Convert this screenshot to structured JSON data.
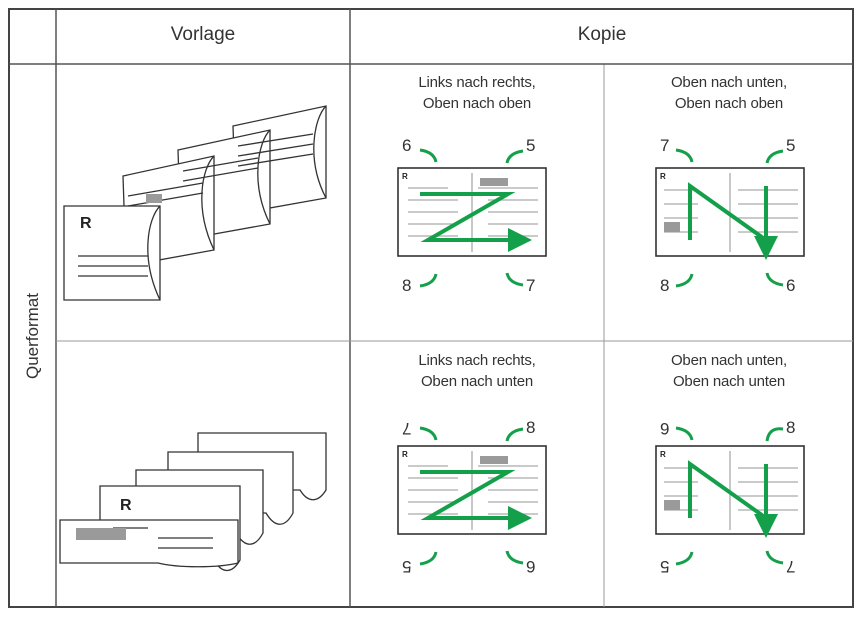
{
  "header": {
    "col_original": "Vorlage",
    "col_copy": "Kopie"
  },
  "row_label": "Querformat",
  "original_letter": "R",
  "cells": [
    {
      "caption_line1": "Links nach rechts,",
      "caption_line2": "Oben nach oben",
      "n_top_left": "6",
      "n_top_right": "5",
      "n_bottom_left": "8",
      "n_bottom_right": "7",
      "arrow": "Z"
    },
    {
      "caption_line1": "Oben nach unten,",
      "caption_line2": "Oben nach oben",
      "n_top_left": "7",
      "n_top_right": "5",
      "n_bottom_left": "8",
      "n_bottom_right": "6",
      "arrow": "N"
    },
    {
      "caption_line1": "Links nach rechts,",
      "caption_line2": "Oben nach unten",
      "n_top_left": "7",
      "n_top_right": "8",
      "n_bottom_left": "5",
      "n_bottom_right": "6",
      "arrow": "Z"
    },
    {
      "caption_line1": "Oben nach unten,",
      "caption_line2": "Oben nach unten",
      "n_top_left": "6",
      "n_top_right": "8",
      "n_bottom_left": "5",
      "n_bottom_right": "7",
      "arrow": "N"
    }
  ],
  "colors": {
    "arrow_green": "#14a04a",
    "grid_line": "#555555",
    "page_gray": "#9a9a9a"
  }
}
